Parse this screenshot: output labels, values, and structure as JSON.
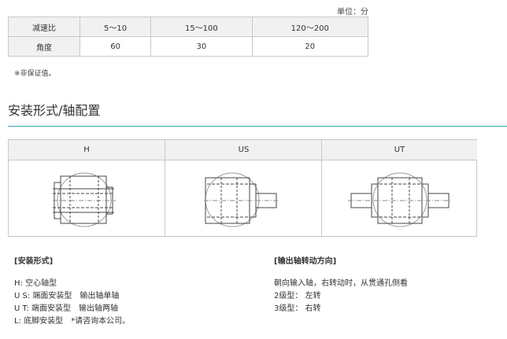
{
  "unit_note": "单位：分",
  "ratio_table": {
    "headers": [
      "减速比",
      "5～10",
      "15～100",
      "120～200"
    ],
    "row_label": "角度",
    "values": [
      "60",
      "30",
      "20"
    ]
  },
  "footnote": "※非保证值。",
  "section_title": "安装形式/轴配置",
  "mount_types": [
    "H",
    "US",
    "UT"
  ],
  "mounting": {
    "title": "[安装形式]",
    "items": [
      "H: 空心轴型",
      "U S: 端面安装型　输出轴单轴",
      "U T: 端面安装型　输出轴两轴",
      "L: 底脚安装型　*请咨询本公司。"
    ]
  },
  "rotation": {
    "title": "[输出轴转动方向]",
    "items": [
      "朝向输入轴，右转动时，从贯通孔侧看",
      "2级型： 左转",
      "3级型： 右转"
    ]
  }
}
